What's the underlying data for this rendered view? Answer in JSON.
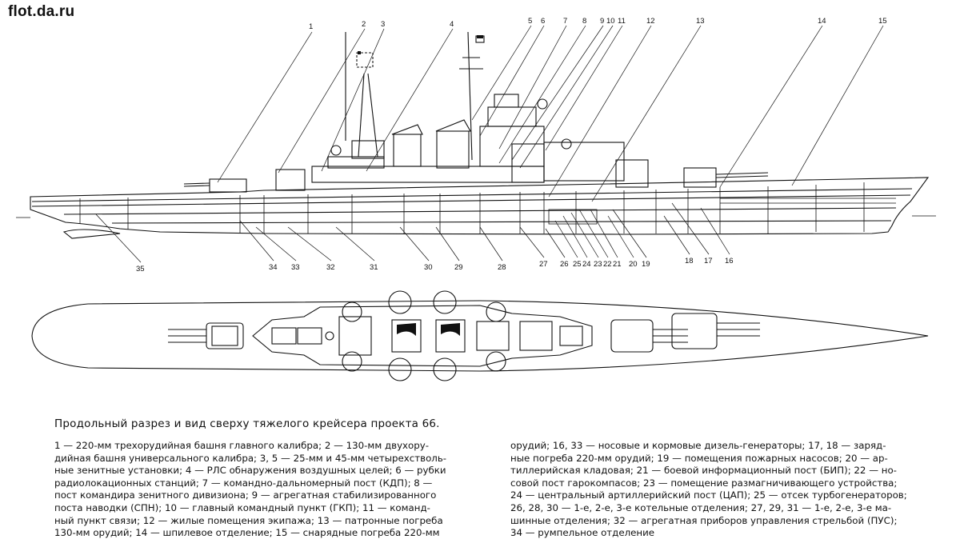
{
  "site": {
    "label": "flot.da.ru"
  },
  "caption": "Продольный разрез и вид сверху тяжелого крейсера проекта 66.",
  "callouts_top": [
    "1",
    "2",
    "3",
    "4",
    "5",
    "6",
    "7",
    "8",
    "9",
    "10",
    "11",
    "12",
    "13",
    "14",
    "15"
  ],
  "callouts_bottom": [
    "35",
    "34",
    "33",
    "32",
    "31",
    "30",
    "29",
    "28",
    "27",
    "26",
    "25",
    "24",
    "23",
    "22",
    "21",
    "20",
    "19",
    "18",
    "17",
    "16"
  ],
  "legend": {
    "left_lines": [
      "1 — 220-мм трехорудийная башня главного калибра; 2 — 130-мм двухору-",
      "дийная башня универсального калибра; 3, 5 — 25-мм и 45-мм четырехстволь-",
      "ные зенитные установки; 4 — РЛС обнаружения воздушных целей; 6 — рубки",
      "радиолокационных станций; 7 — командно-дальномерный пост (КДП); 8 —",
      "пост командира зенитного дивизиона; 9 — агрегатная стабилизированного",
      "поста наводки (СПН); 10 — главный командный пункт (ГКП); 11 — команд-",
      "ный пункт связи; 12 — жилые помещения экипажа; 13 — патронные погреба",
      "130-мм орудий; 14 — шпилевое отделение; 15 — снарядные погреба 220-мм"
    ],
    "right_lines": [
      "орудий; 16, 33 — носовые и кормовые дизель-генераторы; 17, 18 — заряд-",
      "ные погреба 220-мм орудий; 19 — помещения пожарных насосов; 20 — ар-",
      "тиллерийская кладовая; 21 — боевой информационный пост (БИП); 22 — но-",
      "совой пост гарокомпасов; 23 — помещение размагничивающего устройства;",
      "24 — центральный артиллерийский пост (ЦАП); 25 — отсек турбогенераторов;",
      "26, 28, 30 — 1-е, 2-е, 3-е котельные отделения; 27, 29, 31 — 1-е, 2-е, 3-е ма-",
      "шинные отделения; 32 — агрегатная приборов управления стрельбой (ПУС);",
      "34 — румпельное отделение"
    ]
  }
}
